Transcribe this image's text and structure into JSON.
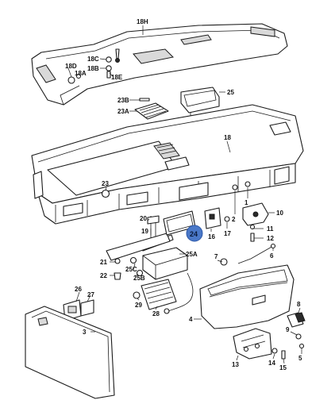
{
  "diagram": {
    "highlight_color": "#4a78c8",
    "highlighted_label": "24",
    "labels": [
      "18H",
      "18C",
      "18D",
      "18A",
      "18B",
      "18E",
      "25",
      "23B",
      "23A",
      "18",
      "23",
      "20",
      "19",
      "24",
      "16",
      "17",
      "2",
      "1",
      "10",
      "11",
      "12",
      "6",
      "7",
      "25A",
      "21",
      "25C",
      "25B",
      "22",
      "26",
      "27",
      "29",
      "28",
      "3",
      "8",
      "4",
      "9",
      "5",
      "13",
      "14",
      "15"
    ]
  }
}
